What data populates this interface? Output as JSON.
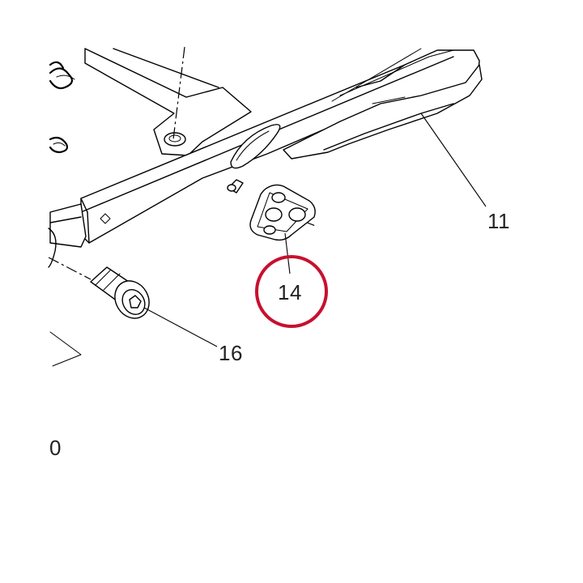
{
  "diagram": {
    "labels": {
      "part_11": "11",
      "part_14": "14",
      "part_16": "16",
      "edge_0": "0"
    },
    "highlighted_part": "14",
    "colors": {
      "line": "#000000",
      "background": "#ffffff",
      "highlight": "#c8102e"
    }
  }
}
